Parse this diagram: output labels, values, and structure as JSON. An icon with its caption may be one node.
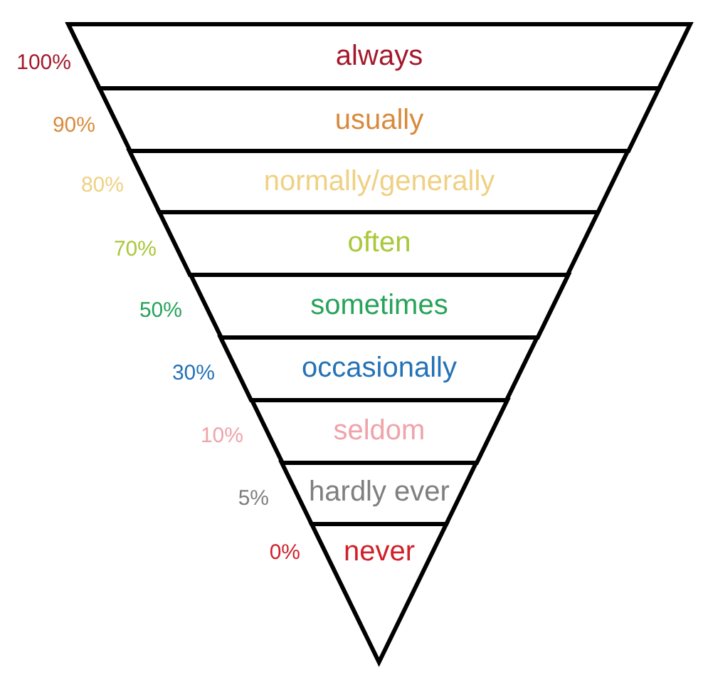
{
  "diagram": {
    "nodes": [
      {
        "text": [
          "always"
        ],
        "beside": [
          "100%"
        ]
      },
      {
        "text": [
          "usually"
        ],
        "beside": [
          "90%"
        ]
      },
      {
        "text": [
          "normally/generally"
        ],
        "beside": [
          "80%"
        ]
      },
      {
        "text": [
          "often"
        ],
        "beside": [
          "70%"
        ]
      },
      {
        "text": [
          "sometimes"
        ],
        "beside": [
          "50%"
        ]
      },
      {
        "text": [
          "occasionally"
        ],
        "beside": [
          "30%"
        ]
      },
      {
        "text": [
          "seldom"
        ],
        "beside": [
          "10%"
        ]
      },
      {
        "text": [
          "hardly ever"
        ],
        "beside": [
          "5%"
        ]
      },
      {
        "text": [
          "never"
        ],
        "beside": [
          "0%"
        ]
      }
    ]
  }
}
